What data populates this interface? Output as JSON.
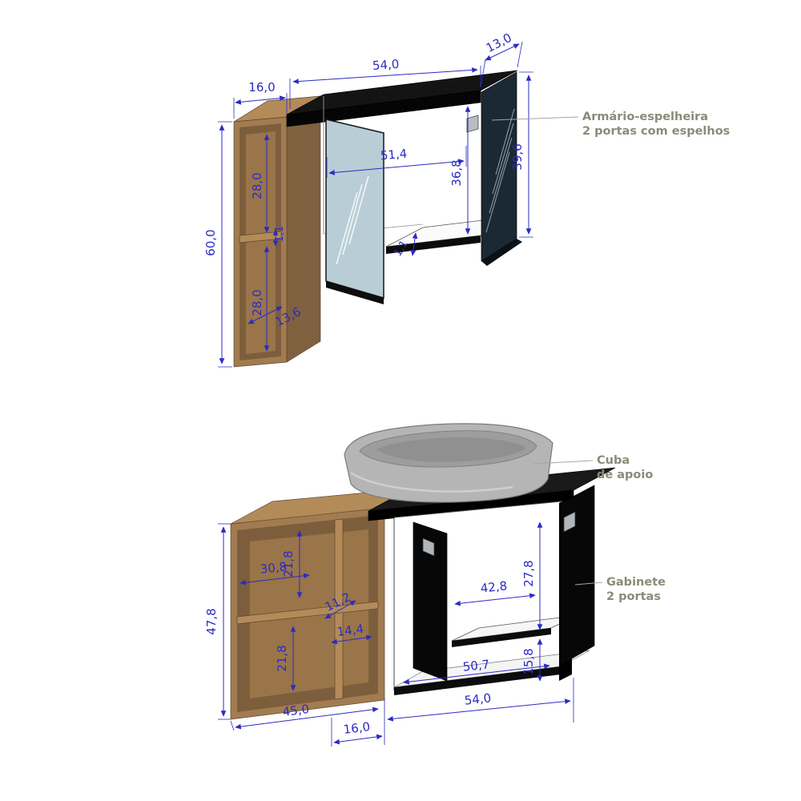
{
  "colors": {
    "dimension": "#2b2bc4",
    "label": "#8b8b79",
    "wood": "#a27c50",
    "cabinet_black": "#0c0c0c",
    "mirror": "#b9cdd6",
    "sink_gray": "#b5b5b5"
  },
  "mirror_cabinet": {
    "label_line1": "Armário-espelheira",
    "label_line2": "2 portas com espelhos",
    "dims": {
      "width_top": "54,0",
      "depth": "13,0",
      "side_width": "16,0",
      "side_height": "60,0",
      "inner_width": "51,4",
      "inner_height": "36,8",
      "height": "39,6",
      "shelf_top": "28,0",
      "shelf_thickness": "1,1",
      "shelf_bottom": "28,0",
      "inner_side_width": "13,6",
      "bottom_thickness": "1,1"
    }
  },
  "base_cabinet": {
    "sink_label_line1": "Cuba",
    "sink_label_line2": "de apoio",
    "label_line1": "Gabinete",
    "label_line2": "2 portas",
    "dims": {
      "height": "47,8",
      "top_shelf_width": "30,8",
      "niche_height_top": "21,8",
      "inner_small": "11,2",
      "niche_width": "14,4",
      "niche_height_bottom": "21,8",
      "inner_width": "42,8",
      "inner_height_top": "27,8",
      "inner_height_bottom": "15,8",
      "inner_bottom_width": "50,7",
      "width": "54,0",
      "depth": "45,0",
      "side_width": "16,0"
    }
  }
}
